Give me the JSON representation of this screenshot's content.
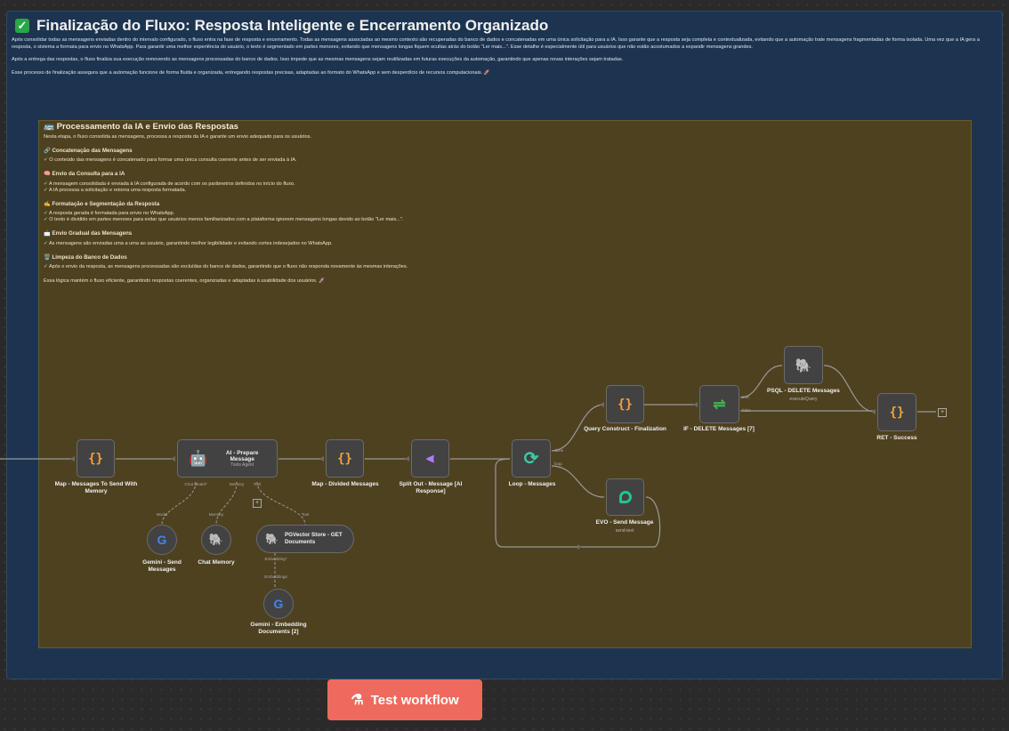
{
  "outer": {
    "title": "Finalização do Fluxo: Resposta Inteligente e Encerramento Organizado",
    "paragraphs": [
      "Após consolidar todas as mensagens enviadas dentro do intervalo configurado, o fluxo entra na fase de resposta e encerramento. Todas as mensagens associadas ao mesmo contexto são recuperadas do banco de dados e concatenadas em uma única solicitação para a IA. Isso garante que a resposta seja completa e contextualizada, evitando que a automação trate mensagens fragmentadas de forma isolada. Uma vez que a IA gera a resposta, o sistema a formata para envio no WhatsApp. Para garantir uma melhor experiência do usuário, o texto é segmentado em partes menores, evitando que mensagens longas fiquem ocultas atrás do botão \"Ler mais...\". Esse detalhe é especialmente útil para usuários que não estão acostumados a expandir mensagens grandes.",
      "Após a entrega das respostas, o fluxo finaliza sua execução removendo as mensagens processadas do banco de dados. Isso impede que as mesmas mensagens sejam reutilizadas em futuras execuções da automação, garantindo que apenas novas interações sejam tratadas.",
      "Esse processo de finalização assegura que a automação funcione de forma fluida e organizada, entregando respostas precisas, adaptadas ao formato do WhatsApp e sem desperdício de recursos computacionais. 🚀"
    ]
  },
  "inner": {
    "title": "Processamento da IA e Envio das Respostas",
    "intro": "Nesta etapa, o fluxo consolida as mensagens, processa a resposta da IA e garante um envio adequado para os usuários.",
    "sections": [
      {
        "icon": "🔗",
        "heading": "Concatenação das Mensagens",
        "items": [
          "O conteúdo das mensagens é concatenado para formar uma única consulta coerente antes de ser enviada à IA."
        ]
      },
      {
        "icon": "🧠",
        "heading": "Envio da Consulta para a IA",
        "items": [
          "A mensagem consolidada é enviada à IA configurada de acordo com os parâmetros definidos no início do fluxo.",
          "A IA processa a solicitação e retorna uma resposta formatada."
        ]
      },
      {
        "icon": "✍️",
        "heading": "Formatação e Segmentação da Resposta",
        "items": [
          "A resposta gerada é formatada para envio no WhatsApp.",
          "O texto é dividido em partes menores para evitar que usuários menos familiarizados com a plataforma ignorem mensagens longas devido ao botão \"Ler mais...\"."
        ]
      },
      {
        "icon": "📩",
        "heading": "Envio Gradual das Mensagens",
        "items": [
          "As mensagens são enviadas uma a uma ao usuário, garantindo melhor legibilidade e evitando cortes indesejados no WhatsApp."
        ]
      },
      {
        "icon": "🗑️",
        "heading": "Limpeza do Banco de Dados",
        "items": [
          "Após o envio da resposta, as mensagens processadas são excluídas do banco de dados, garantindo que o fluxo não responda novamente às mesmas interações."
        ]
      }
    ],
    "outro": "Essa lógica mantém o fluxo eficiente, garantindo respostas coerentes, organizadas e adaptadas à usabilidade dos usuários. 🚀"
  },
  "nodes": {
    "map_send": {
      "label": "Map - Messages To Send With Memory",
      "icon": "code-braces-icon"
    },
    "ai_prepare": {
      "label": "AI - Prepare Message",
      "sub": "Tools Agent",
      "icon": "robot-icon",
      "ports": [
        "Chat Model*",
        "Memory",
        "Tool"
      ]
    },
    "map_divided": {
      "label": "Map - Divided Messages",
      "icon": "code-braces-icon"
    },
    "split_out": {
      "label": "Split Out - Message [AI Response]",
      "icon": "split-icon"
    },
    "loop": {
      "label": "Loop - Messages",
      "icon": "loop-icon",
      "ports": [
        "done",
        "loop"
      ]
    },
    "query_construct": {
      "label": "Query Construct - Finalization",
      "icon": "code-braces-icon"
    },
    "if_delete": {
      "label": "IF - DELETE Messages [7]",
      "icon": "signpost-icon",
      "ports": [
        "true",
        "false"
      ]
    },
    "psql_delete": {
      "label": "PSQL - DELETE Messages",
      "sub": "executeQuery",
      "icon": "postgres-icon"
    },
    "ret_success": {
      "label": "RET - Success",
      "icon": "code-braces-icon"
    },
    "evo_send": {
      "label": "EVO - Send Message",
      "sub": "send-text",
      "icon": "chat-icon"
    },
    "gemini_send": {
      "label": "Gemini - Send Messages",
      "icon": "google-icon",
      "port": "Model"
    },
    "chat_memory": {
      "label": "Chat Memory",
      "icon": "postgres-icon",
      "port": "Memory"
    },
    "pgvector": {
      "label": "PGVector Store - GET Documents",
      "icon": "postgres-icon",
      "port": "Tool",
      "out_port": "Embedding*"
    },
    "gemini_embed": {
      "label": "Gemini - Embedding Documents [2]",
      "icon": "google-icon",
      "port": "Embeddings"
    }
  },
  "test_button": {
    "label": "Test workflow",
    "icon": "flask-icon"
  },
  "colors": {
    "canvas": "#2a2a2a",
    "outer_sticky": "#1d3450",
    "inner_sticky": "#4e4120",
    "node": "#424242",
    "code_icon": "#f7a33b",
    "accent": "#ef6a5e",
    "wire": "#9a9a9a"
  }
}
